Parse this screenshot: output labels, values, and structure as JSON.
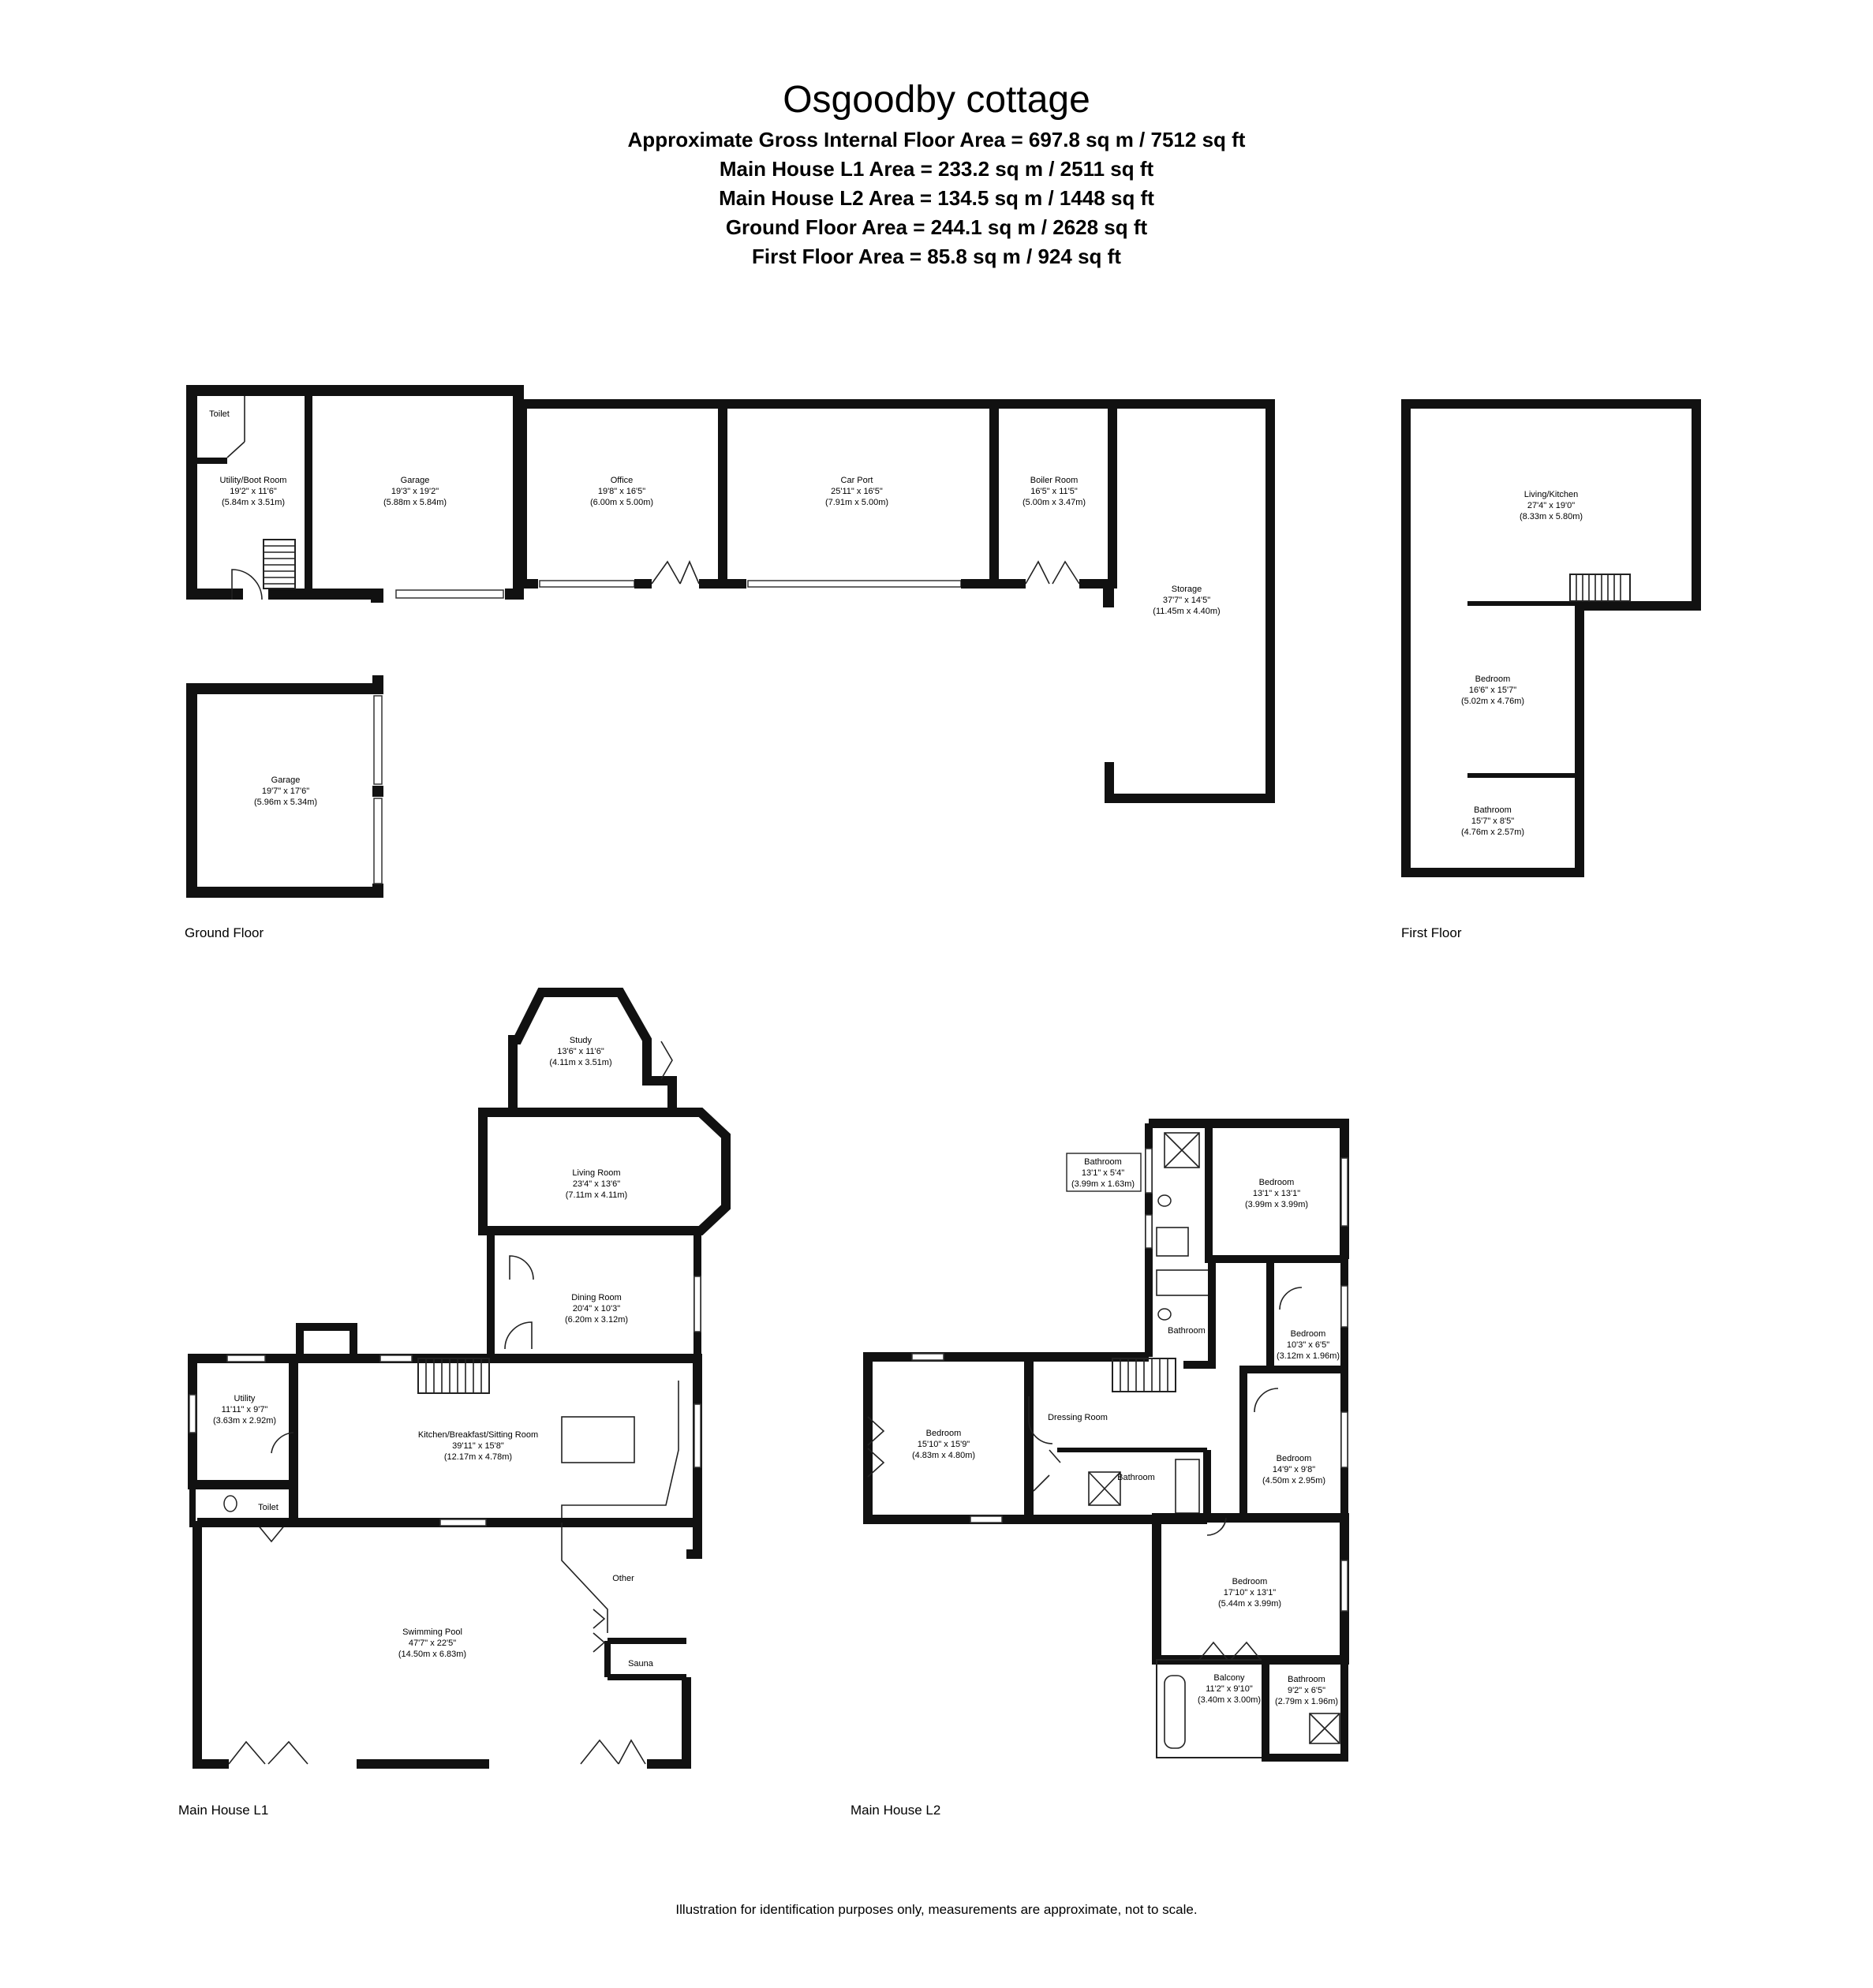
{
  "header": {
    "title": "Osgoodby cottage",
    "areas": [
      "Approximate Gross Internal Floor Area  = 697.8 sq m  / 7512 sq ft",
      "Main House L1 Area  = 233.2 sq m  / 2511 sq ft",
      "Main House L2 Area  = 134.5 sq m  / 1448 sq ft",
      "Ground Floor Area  = 244.1 sq m  / 2628 sq ft",
      "First Floor Area  = 85.8 sq m  / 924 sq ft"
    ]
  },
  "floors": {
    "ground": "Ground Floor",
    "first": "First Floor",
    "l1": "Main House L1",
    "l2": "Main House L2"
  },
  "rooms": {
    "gf_toilet": {
      "name": "Toilet"
    },
    "gf_utility": {
      "name": "Utility/Boot Room",
      "imperial": "19'2\" x 11'6\"",
      "metric": "(5.84m x 3.51m)"
    },
    "gf_garage1": {
      "name": "Garage",
      "imperial": "19'3\" x 19'2\"",
      "metric": "(5.88m x 5.84m)"
    },
    "gf_office": {
      "name": "Office",
      "imperial": "19'8\" x 16'5\"",
      "metric": "(6.00m x 5.00m)"
    },
    "gf_carport": {
      "name": "Car Port",
      "imperial": "25'11\" x 16'5\"",
      "metric": "(7.91m x 5.00m)"
    },
    "gf_boiler": {
      "name": "Boiler Room",
      "imperial": "16'5\" x 11'5\"",
      "metric": "(5.00m x 3.47m)"
    },
    "gf_storage": {
      "name": "Storage",
      "imperial": "37'7\" x 14'5\"",
      "metric": "(11.45m x 4.40m)"
    },
    "gf_garage2": {
      "name": "Garage",
      "imperial": "19'7\" x 17'6\"",
      "metric": "(5.96m x 5.34m)"
    },
    "ff_living": {
      "name": "Living/Kitchen",
      "imperial": "27'4\" x 19'0\"",
      "metric": "(8.33m x 5.80m)"
    },
    "ff_bedroom": {
      "name": "Bedroom",
      "imperial": "16'6\" x 15'7\"",
      "metric": "(5.02m x 4.76m)"
    },
    "ff_bathroom": {
      "name": "Bathroom",
      "imperial": "15'7\" x 8'5\"",
      "metric": "(4.76m x 2.57m)"
    },
    "l1_study": {
      "name": "Study",
      "imperial": "13'6\" x 11'6\"",
      "metric": "(4.11m x 3.51m)"
    },
    "l1_living": {
      "name": "Living Room",
      "imperial": "23'4\" x 13'6\"",
      "metric": "(7.11m x 4.11m)"
    },
    "l1_dining": {
      "name": "Dining Room",
      "imperial": "20'4\" x 10'3\"",
      "metric": "(6.20m x 3.12m)"
    },
    "l1_utility": {
      "name": "Utility",
      "imperial": "11'11\" x 9'7\"",
      "metric": "(3.63m x 2.92m)"
    },
    "l1_kitchen": {
      "name": "Kitchen/Breakfast/Sitting Room",
      "imperial": "39'11\" x 15'8\"",
      "metric": "(12.17m x 4.78m)"
    },
    "l1_toilet": {
      "name": "Toilet"
    },
    "l1_pool": {
      "name": "Swimming Pool",
      "imperial": "47'7\" x 22'5\"",
      "metric": "(14.50m x 6.83m)"
    },
    "l1_other": {
      "name": "Other"
    },
    "l1_sauna": {
      "name": "Sauna"
    },
    "l2_bath_a": {
      "name": "Bathroom",
      "imperial": "13'1\" x 5'4\"",
      "metric": "(3.99m x 1.63m)"
    },
    "l2_bed1": {
      "name": "Bedroom",
      "imperial": "13'1\" x 13'1\"",
      "metric": "(3.99m x 3.99m)"
    },
    "l2_bath_b": {
      "name": "Bathroom"
    },
    "l2_bed2": {
      "name": "Bedroom",
      "imperial": "10'3\" x 6'5\"",
      "metric": "(3.12m x 1.96m)"
    },
    "l2_bed3": {
      "name": "Bedroom",
      "imperial": "15'10\" x 15'9\"",
      "metric": "(4.83m x 4.80m)"
    },
    "l2_dressing": {
      "name": "Dressing Room"
    },
    "l2_bath_c": {
      "name": "Bathroom"
    },
    "l2_bed4": {
      "name": "Bedroom",
      "imperial": "14'9\" x 9'8\"",
      "metric": "(4.50m x 2.95m)"
    },
    "l2_bed5": {
      "name": "Bedroom",
      "imperial": "17'10\" x 13'1\"",
      "metric": "(5.44m x 3.99m)"
    },
    "l2_balcony": {
      "name": "Balcony",
      "imperial": "11'2\" x 9'10\"",
      "metric": "(3.40m x 3.00m)"
    },
    "l2_bath_d": {
      "name": "Bathroom",
      "imperial": "9'2\" x 6'5\"",
      "metric": "(2.79m x 1.96m)"
    }
  },
  "footer": "Illustration for identification purposes only, measurements are approximate, not to scale."
}
